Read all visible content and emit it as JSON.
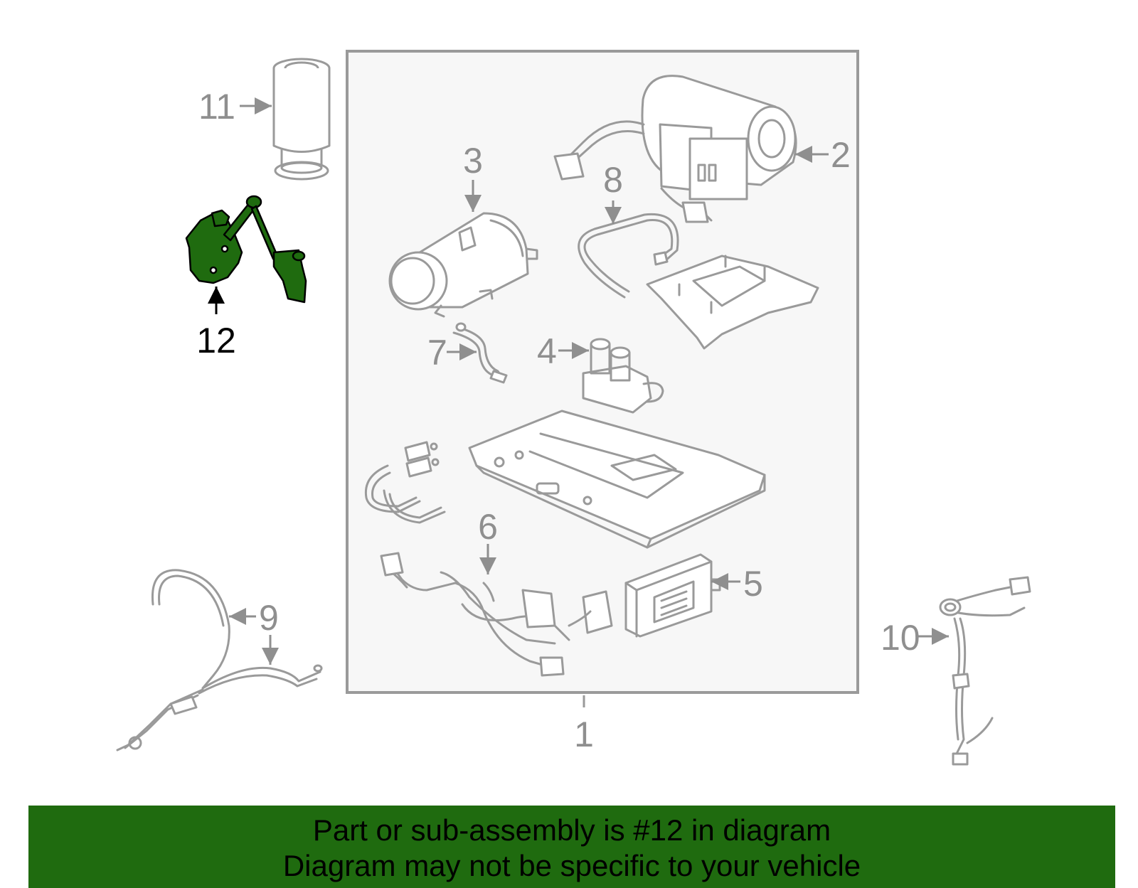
{
  "callouts": {
    "c1": "1",
    "c2": "2",
    "c3": "3",
    "c4": "4",
    "c5": "5",
    "c6": "6",
    "c7": "7",
    "c8": "8",
    "c9": "9",
    "c10": "10",
    "c11": "11",
    "c12": "12"
  },
  "footer": {
    "line1": "Part or sub-assembly is #12 in diagram",
    "line2": "Diagram may not be specific to your vehicle"
  },
  "colors": {
    "highlight": "#1f6b0f",
    "line_art": "#9a9a9a",
    "box_fill": "#f7f7f7"
  }
}
